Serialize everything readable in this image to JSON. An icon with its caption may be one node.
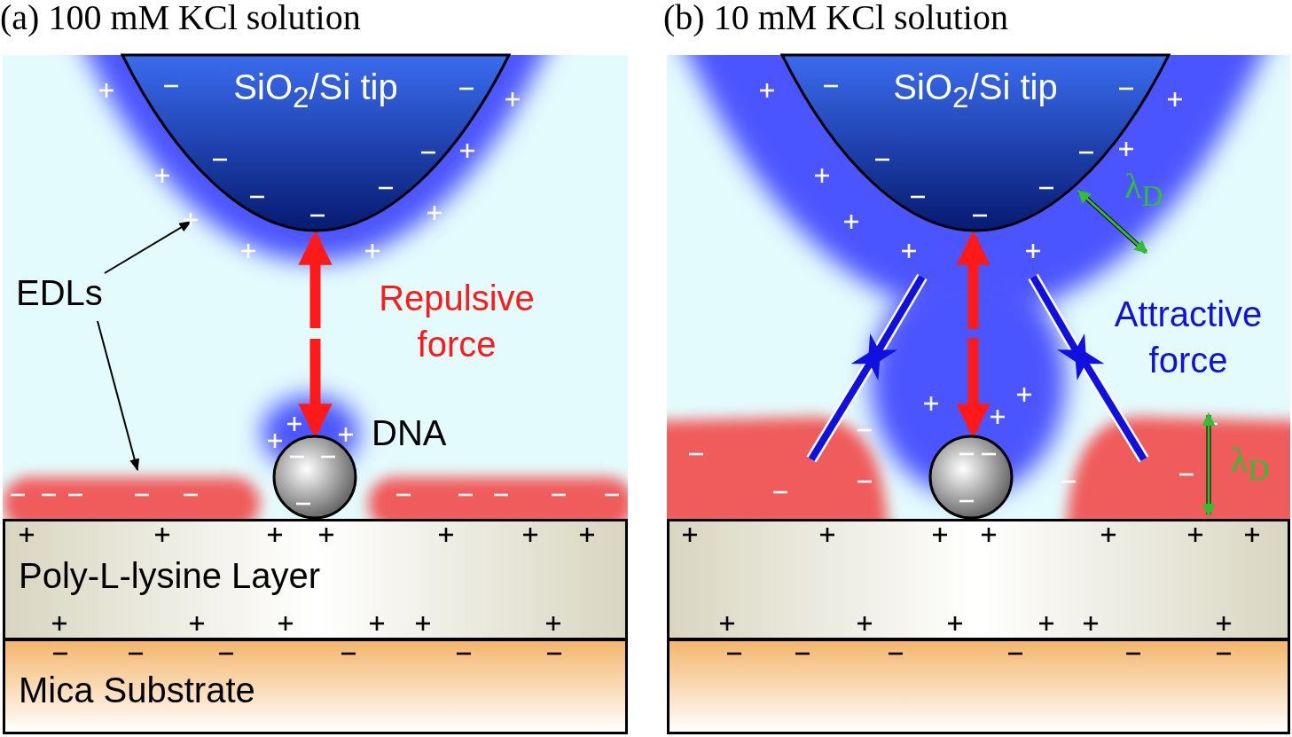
{
  "diagram": {
    "nodes": [
      {
        "text": [
          "EDLs"
        ]
      },
      {
        "text": [
          "SiO$_{2}$/Si tip"
        ]
      },
      {
        "text": [],
        "shape": "circle",
        "beside": [
          "DNA"
        ]
      },
      {
        "text": [
          "Poly-L-lysine Layer"
        ]
      },
      {
        "text": [
          "Mica Substrate"
        ]
      },
      {
        "text": [
          "SiO$_{2}$/Si tip"
        ]
      },
      {
        "text": [],
        "shape": "circle"
      },
      {
        "text": [],
        "shape": "box"
      },
      {
        "text": [],
        "shape": "box"
      }
    ],
    "edges": [
      {
        "from": 0,
        "to": null,
        "arrow": "to"
      },
      {
        "from": 0,
        "to": null,
        "arrow": "to"
      },
      {
        "from": 1,
        "to": 2,
        "arrow": "both",
        "style": "thick",
        "color": "#ff1a1a"
      },
      {
        "from": 5,
        "to": 6,
        "arrow": "both",
        "style": "thick",
        "color": "#ff1a1a"
      }
    ],
    "labels": [
      "(a) 100 mM KCl solution",
      "(b) 10 mM KCl solution",
      "Repulsive force",
      "Attractive force",
      "λ$_{D}$",
      "λ$_{D}$"
    ]
  }
}
